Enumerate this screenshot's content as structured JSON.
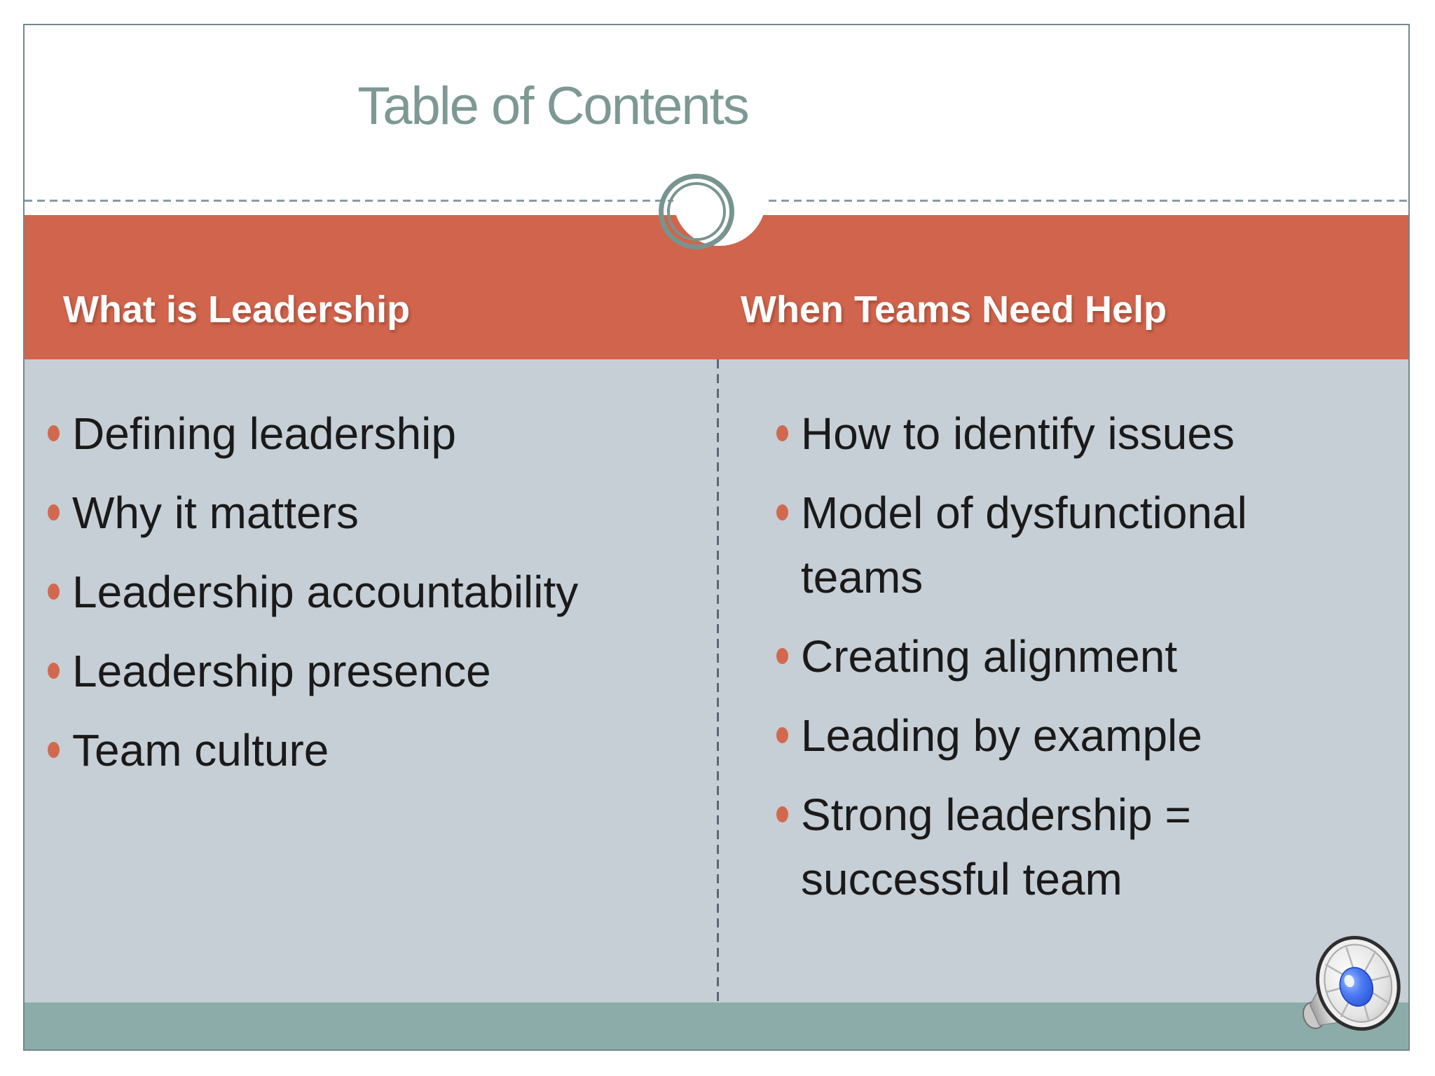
{
  "slide": {
    "title": "Table of Contents",
    "columns": [
      {
        "header": "What is Leadership",
        "items": [
          "Defining leadership",
          "Why it matters",
          "Leadership accountability",
          "Leadership presence",
          "Team culture"
        ]
      },
      {
        "header": "When Teams Need Help",
        "items": [
          "How to identify issues",
          "Model of dysfunctional teams",
          "Creating alignment",
          "Leading by example",
          "Strong leadership = successful team"
        ]
      }
    ],
    "icons": {
      "speaker": "speaker-audio-icon"
    },
    "colors": {
      "accent_orange": "#d1644c",
      "bullet_orange": "#d2694f",
      "title_teal": "#7e9893",
      "ring_teal": "#78948e",
      "content_background": "#c6cfd5",
      "footer_teal": "#8cacaa",
      "divider_gray": "#5a6874",
      "body_text": "#1a1a1a",
      "header_text": "#ffffff"
    }
  }
}
